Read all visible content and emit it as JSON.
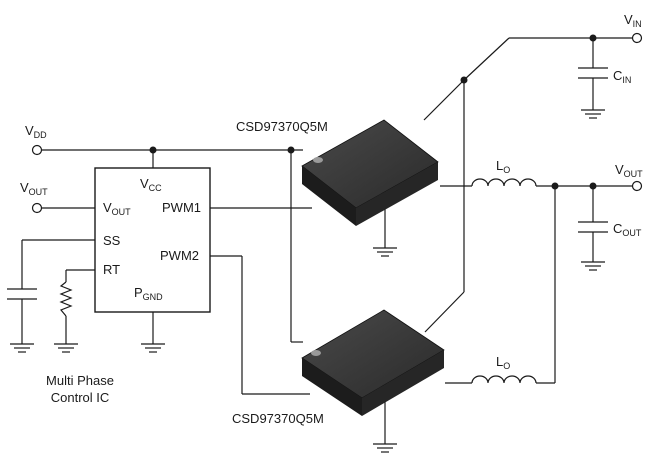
{
  "pins": {
    "vin": {
      "main": "V",
      "sub": "IN"
    },
    "vdd": {
      "main": "V",
      "sub": "DD"
    },
    "vout_in": {
      "main": "V",
      "sub": "OUT"
    },
    "vout_right": {
      "main": "V",
      "sub": "OUT"
    }
  },
  "components": {
    "cin": {
      "main": "C",
      "sub": "IN"
    },
    "cout": {
      "main": "C",
      "sub": "OUT"
    },
    "lo1": {
      "main": "L",
      "sub": "O"
    },
    "lo2": {
      "main": "L",
      "sub": "O"
    }
  },
  "devices": {
    "top_part": "CSD97370Q5M",
    "bottom_part": "CSD97370Q5M"
  },
  "controller": {
    "vcc": {
      "main": "V",
      "sub": "CC"
    },
    "vout": {
      "main": "V",
      "sub": "OUT"
    },
    "pwm1": "PWM1",
    "ss": "SS",
    "rt": "RT",
    "pwm2": "PWM2",
    "pgnd": {
      "main": "P",
      "sub": "GND"
    },
    "caption_line1": "Multi Phase",
    "caption_line2": "Control IC"
  },
  "colors": {
    "wire": "#1a1a1a",
    "chip_top": "#3a3a3a",
    "chip_side": "#1c1c1c",
    "background": "#ffffff"
  }
}
